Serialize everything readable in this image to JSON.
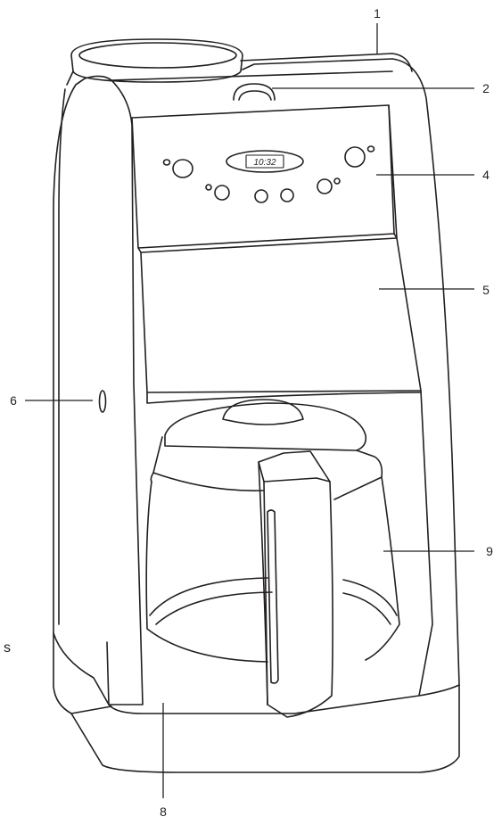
{
  "figure": {
    "display_time": "10:32",
    "edge_fragment": "s",
    "callouts": [
      {
        "id": "1",
        "label": "1"
      },
      {
        "id": "2",
        "label": "2"
      },
      {
        "id": "4",
        "label": "4"
      },
      {
        "id": "5",
        "label": "5"
      },
      {
        "id": "6",
        "label": "6"
      },
      {
        "id": "9",
        "label": "9"
      },
      {
        "id": "8",
        "label": "8"
      }
    ]
  },
  "colors": {
    "ink": "#231f20",
    "background": "#ffffff"
  }
}
